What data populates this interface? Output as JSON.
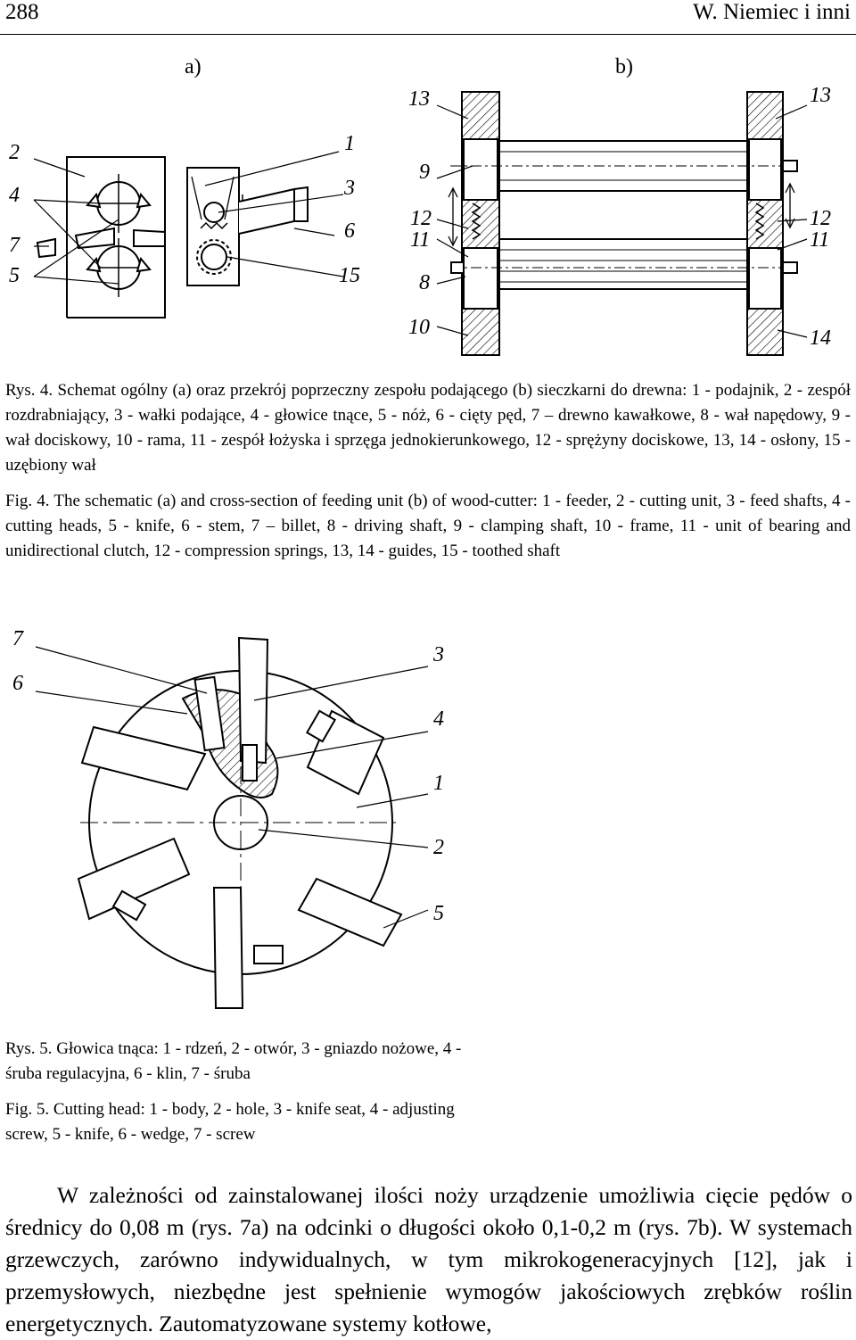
{
  "header": {
    "page_number": "288",
    "running_head": "W. Niemiec i inni"
  },
  "figure4": {
    "panel_a_label": "a)",
    "panel_b_label": "b)",
    "labels_a": [
      "2",
      "4",
      "7",
      "5",
      "1",
      "3",
      "6",
      "15"
    ],
    "labels_b_left": [
      "13",
      "9",
      "12",
      "11",
      "8",
      "10"
    ],
    "labels_b_right": [
      "13",
      "12",
      "11",
      "14"
    ]
  },
  "caption4_pl": "Rys. 4. Schemat ogólny (a) oraz przekrój poprzeczny zespołu podającego (b) sieczkarni do drewna: 1 - podajnik, 2 - zespół rozdrabniający, 3 - wałki podające, 4 - głowice tnące, 5 - nóż, 6 - cięty pęd, 7 – drewno kawałkowe, 8 - wał napędowy, 9 - wał dociskowy, 10 - rama, 11 - zespół łożyska i sprzęga jednokierunkowego, 12 - sprężyny dociskowe, 13, 14 - osłony, 15 - uzębiony wał",
  "caption4_en": "Fig. 4. The schematic (a) and cross-section of feeding unit (b) of wood-cutter: 1 - feeder, 2 - cutting unit, 3 - feed shafts, 4 - cutting heads, 5 - knife, 6 - stem, 7 – billet, 8 - driving shaft, 9 - clamping shaft, 10 - frame, 11 - unit of bearing and unidirectional clutch, 12 - compression springs, 13, 14 - guides, 15 - toothed shaft",
  "figure5": {
    "labels_left": [
      "7",
      "6"
    ],
    "labels_right": [
      "3",
      "4",
      "1",
      "2",
      "5"
    ]
  },
  "caption5_pl": "Rys. 5. Głowica tnąca: 1 - rdzeń, 2 - otwór, 3 - gniazdo nożowe, 4 - śruba regulacyjna, 6 - klin, 7 - śruba",
  "caption5_en": "Fig. 5. Cutting head: 1 - body, 2 - hole, 3 - knife seat, 4 - adjusting screw, 5 - knife, 6 - wedge, 7 - screw",
  "body_text": "W zależności od zainstalowanej ilości noży urządzenie umożliwia cięcie pędów o średnicy do 0,08 m (rys. 7a) na odcinki o długości około 0,1-0,2 m (rys. 7b). W systemach grzewczych, zarówno indywidualnych, w tym mikrokogeneracyjnych [12], jak i przemysłowych, niezbędne jest spełnienie wymogów jakościowych zrębków roślin energetycznych. Zautomatyzowane systemy kotłowe,"
}
